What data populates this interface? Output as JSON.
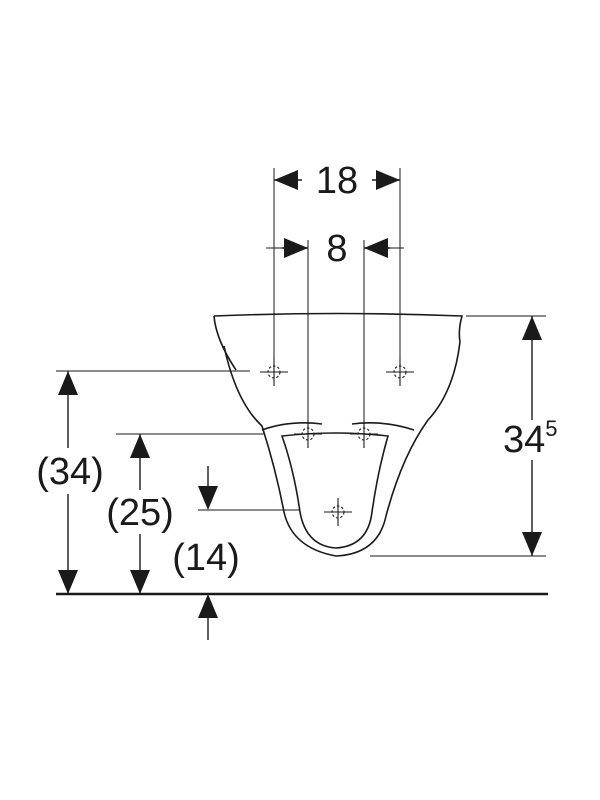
{
  "dimensions": {
    "outer_hole_spacing": "18",
    "inner_hole_spacing": "8",
    "total_height": "34",
    "total_height_superscript": "5",
    "upper_hole_height": "(34)",
    "inner_hole_height": "(25)",
    "drain_height": "(14)"
  },
  "colors": {
    "line": "#1a1a1a",
    "background": "#ffffff"
  }
}
